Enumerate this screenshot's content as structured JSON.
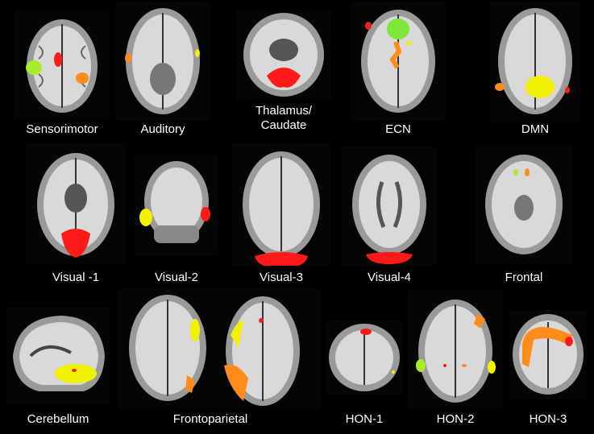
{
  "panels": [
    {
      "id": "sensorimotor",
      "label": "Sensorimotor",
      "blobs": [
        "yellow-green",
        "red",
        "orange"
      ]
    },
    {
      "id": "auditory",
      "label": "Auditory",
      "blobs": [
        "orange",
        "yellow"
      ]
    },
    {
      "id": "thalamus",
      "label": "Thalamus/ Caudate",
      "blobs": [
        "red"
      ]
    },
    {
      "id": "ecn",
      "label": "ECN",
      "blobs": [
        "green",
        "orange",
        "yellow"
      ]
    },
    {
      "id": "dmn",
      "label": "DMN",
      "blobs": [
        "yellow",
        "orange",
        "red"
      ]
    },
    {
      "id": "visual1",
      "label": "Visual -1",
      "blobs": [
        "red"
      ]
    },
    {
      "id": "visual2",
      "label": "Visual-2",
      "blobs": [
        "yellow",
        "red"
      ]
    },
    {
      "id": "visual3",
      "label": "Visual-3",
      "blobs": [
        "red"
      ]
    },
    {
      "id": "visual4",
      "label": "Visual-4",
      "blobs": [
        "red"
      ]
    },
    {
      "id": "frontal",
      "label": "Frontal",
      "blobs": [
        "yellow-green",
        "orange"
      ]
    },
    {
      "id": "cerebellum",
      "label": "Cerebellum",
      "blobs": [
        "yellow",
        "red"
      ]
    },
    {
      "id": "frontoparietal",
      "label": "Frontoparietal",
      "blobs": [
        "yellow",
        "orange",
        "red"
      ]
    },
    {
      "id": "hon1",
      "label": "HON-1",
      "blobs": [
        "red",
        "yellow"
      ]
    },
    {
      "id": "hon2",
      "label": "HON-2",
      "blobs": [
        "yellow-green",
        "orange",
        "red"
      ]
    },
    {
      "id": "hon3",
      "label": "HON-3",
      "blobs": [
        "orange",
        "red"
      ]
    }
  ],
  "colors": {
    "red": "#ff1a1a",
    "orange": "#ff8c1a",
    "yellow": "#f2f200",
    "yellow-green": "#a6ee2a",
    "green": "#7ee83a"
  }
}
